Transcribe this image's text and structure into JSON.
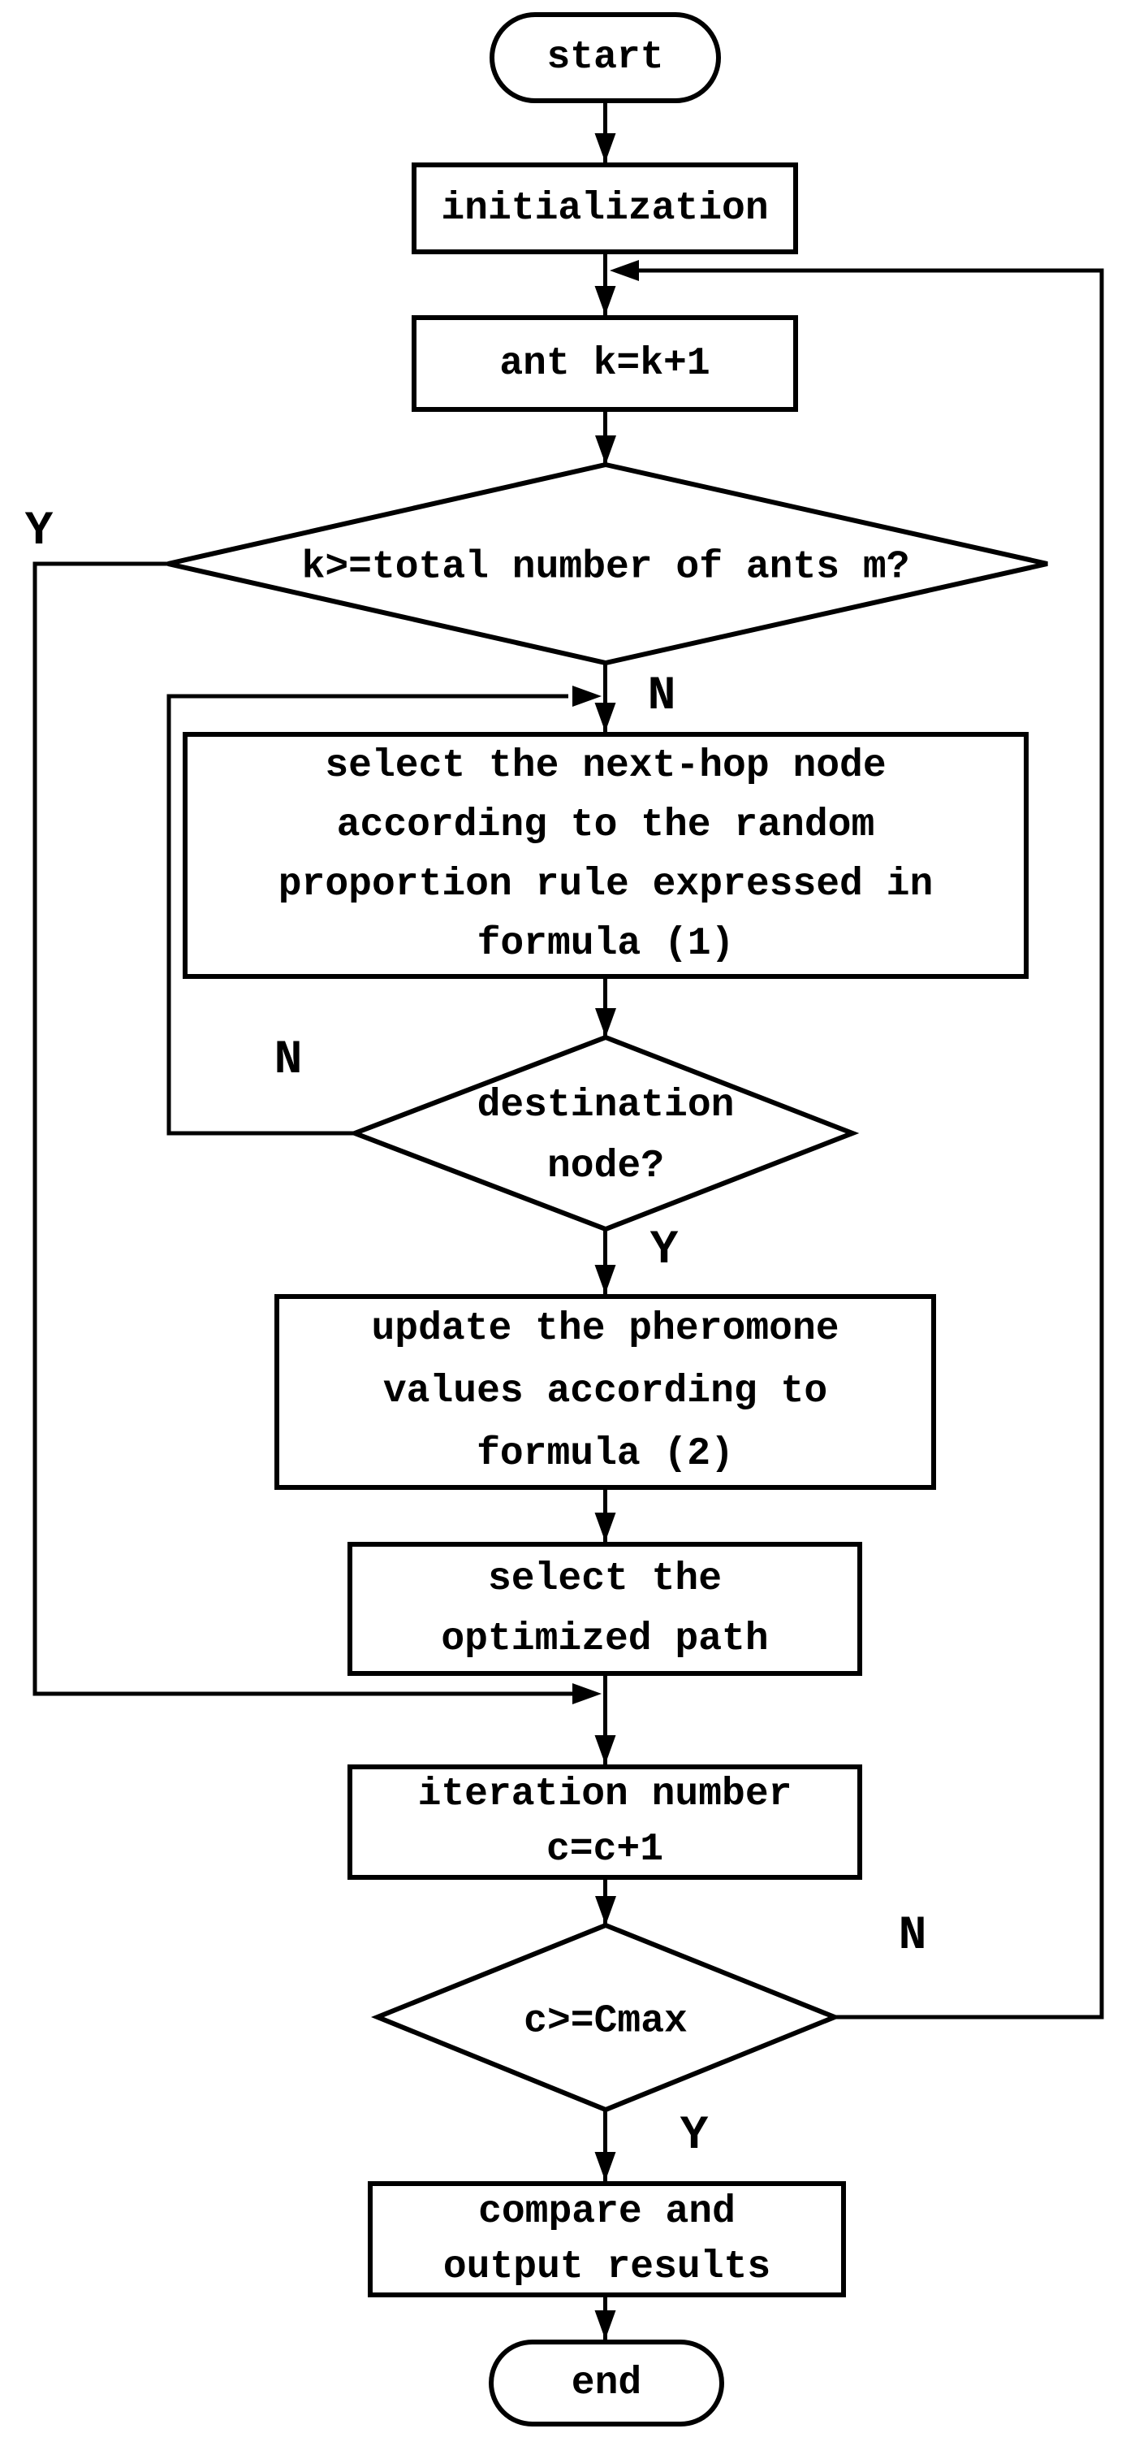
{
  "diagram": {
    "background_color": "#ffffff",
    "line_color": "#000000",
    "nodes": {
      "start": {
        "type": "terminator",
        "label": "start"
      },
      "initialization": {
        "type": "process",
        "label": "initialization"
      },
      "ant_increment": {
        "type": "process",
        "label": "ant k=k+1"
      },
      "ants_check": {
        "type": "decision",
        "label": "k>=total number of ants m?"
      },
      "select_next_hop": {
        "type": "process",
        "lines": [
          "select the next-hop node",
          "according to the random",
          "proportion rule expressed in",
          "formula (1)"
        ]
      },
      "destination_check": {
        "type": "decision",
        "lines": [
          "destination",
          "node?"
        ]
      },
      "update_pheromone": {
        "type": "process",
        "lines": [
          "update the pheromone",
          "values according to",
          "formula (2)"
        ]
      },
      "select_optimized": {
        "type": "process",
        "lines": [
          "select the",
          "optimized path"
        ]
      },
      "iteration_increment": {
        "type": "process",
        "lines": [
          "iteration number",
          "c=c+1"
        ]
      },
      "cmax_check": {
        "type": "decision",
        "label": "c>=Cmax"
      },
      "compare_output": {
        "type": "process",
        "lines": [
          "compare and",
          "output results"
        ]
      },
      "end": {
        "type": "terminator",
        "label": "end"
      }
    },
    "branch_labels": {
      "ants_yes": "Y",
      "ants_no": "N",
      "destination_no": "N",
      "destination_yes": "Y",
      "cmax_no": "N",
      "cmax_yes": "Y"
    }
  }
}
